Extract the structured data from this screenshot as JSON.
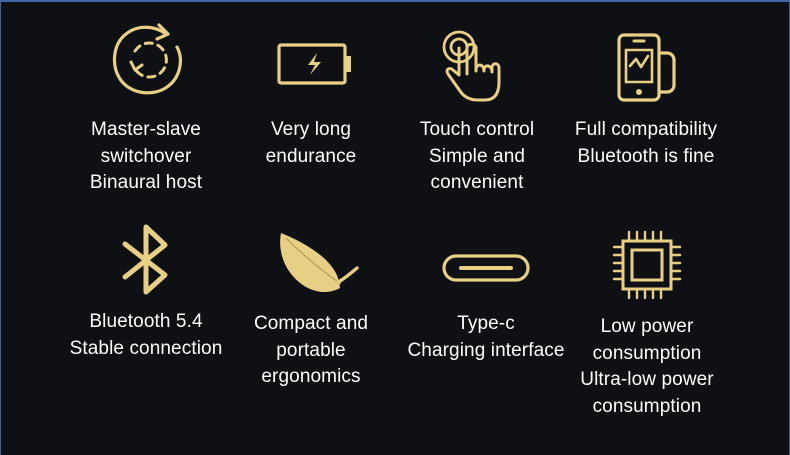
{
  "accent_color": "#e8cf86",
  "text_color": "#ffffff",
  "background_color": "#101114",
  "features": [
    {
      "icon": "switch-cycle-icon",
      "lines": [
        "Master-slave",
        "switchover",
        "Binaural host"
      ]
    },
    {
      "icon": "battery-charging-icon",
      "lines": [
        "Very long",
        "endurance"
      ]
    },
    {
      "icon": "touch-hand-icon",
      "lines": [
        "Touch control",
        "Simple and",
        "convenient"
      ]
    },
    {
      "icon": "phone-compatibility-icon",
      "lines": [
        "Full compatibility",
        "Bluetooth is fine"
      ]
    },
    {
      "icon": "bluetooth-icon",
      "lines": [
        "Bluetooth 5.4",
        "Stable connection"
      ]
    },
    {
      "icon": "feather-icon",
      "lines": [
        "Compact and",
        "portable",
        "ergonomics"
      ]
    },
    {
      "icon": "usb-type-c-icon",
      "lines": [
        "Type-c",
        "Charging interface"
      ]
    },
    {
      "icon": "chip-icon",
      "lines": [
        "Low power",
        "consumption",
        "Ultra-low power",
        "consumption"
      ]
    }
  ]
}
